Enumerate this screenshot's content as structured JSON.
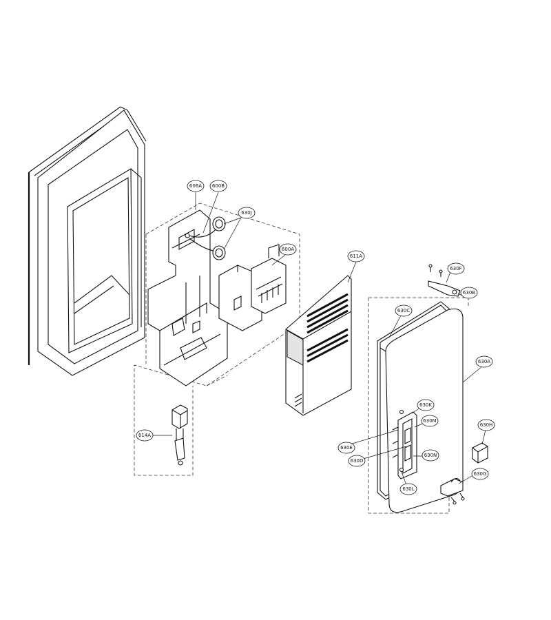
{
  "callouts": {
    "c606A": "606A",
    "c600B": "600B",
    "c630J": "630J",
    "c600A": "600A",
    "c611A": "611A",
    "c630F": "630F",
    "c630B": "630B",
    "c630C": "630C",
    "c630A": "630A",
    "c630K": "630K",
    "c630M": "630M",
    "c630E": "630E",
    "c630D": "630D",
    "c630N": "630N",
    "c630H": "630H",
    "c630G": "630G",
    "c630L": "630L",
    "c614A": "614A"
  }
}
